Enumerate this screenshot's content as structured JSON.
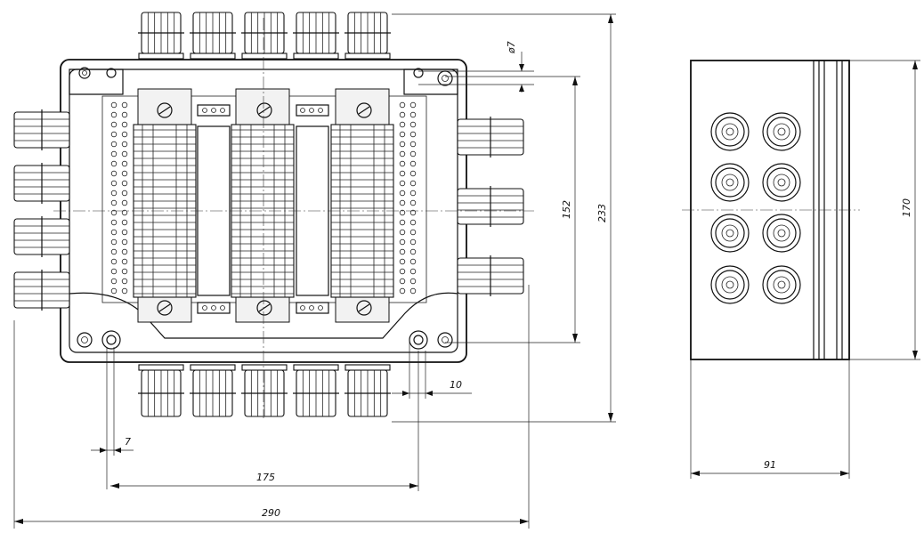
{
  "dimensions": {
    "hole_diameter": "ø7",
    "height_inner": "152",
    "height_overall": "233",
    "depth_side": "170",
    "slot_offset": "10",
    "slot_width": "7",
    "mount_spacing": "175",
    "width_overall": "290",
    "box_depth": "91"
  }
}
